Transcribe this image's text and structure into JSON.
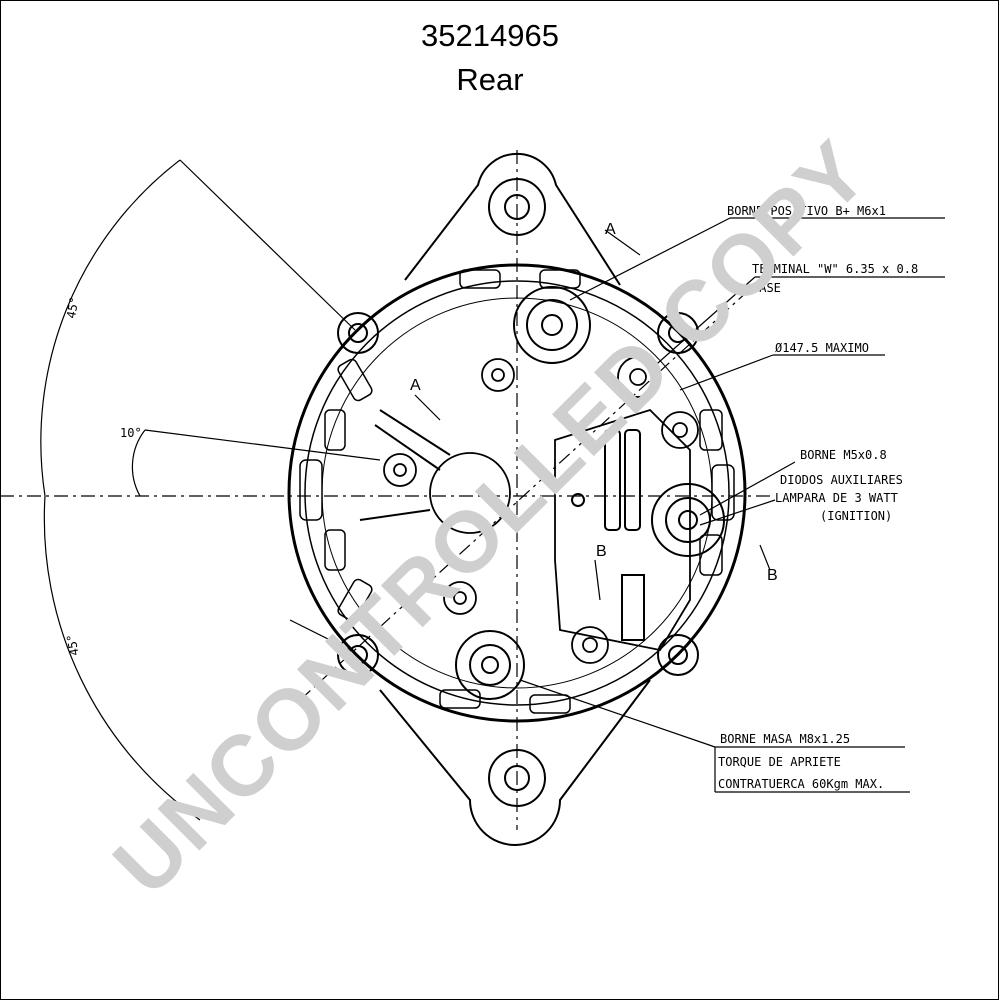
{
  "header": {
    "part_number": "35214965",
    "view": "Rear"
  },
  "watermark": "UNCONTROLLED COPY",
  "callouts": {
    "positive": "BORNE POSITIVO B+ M6x1",
    "terminal_w": "TERMINAL \"W\" 6.35 x 0.8",
    "fase": "FASE",
    "diameter": "Ø147.5 MAXIMO",
    "borne_m5": "BORNE M5x0.8",
    "diodos": "DIODOS AUXILIARES",
    "lampara": "LAMPARA DE 3 WATT",
    "ignition": "(IGNITION)",
    "masa": "BORNE MASA M8x1.25",
    "torque": "TORQUE DE APRIETE",
    "contratuerca": "CONTRATUERCA 60Kgm MAX."
  },
  "section_marks": {
    "a": "A",
    "b": "B"
  },
  "angles": {
    "top": "45°",
    "mid": "10°",
    "bottom": "45°"
  },
  "colors": {
    "line": "#000000",
    "watermark": "#cfcfcf"
  }
}
